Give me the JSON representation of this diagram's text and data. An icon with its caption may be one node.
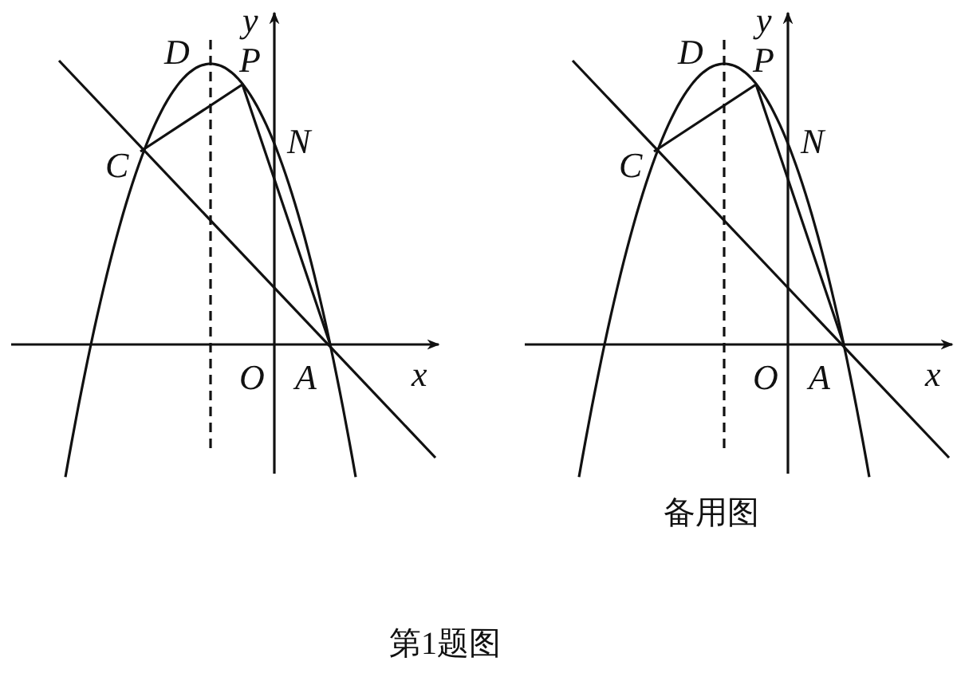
{
  "diagram": {
    "caption": "第1题图",
    "labels": [
      "D",
      "y",
      "P",
      "C",
      "N",
      "O",
      "A",
      "x",
      "D",
      "y",
      "P",
      "C",
      "N",
      "O",
      "A",
      "x",
      "备用图"
    ]
  }
}
